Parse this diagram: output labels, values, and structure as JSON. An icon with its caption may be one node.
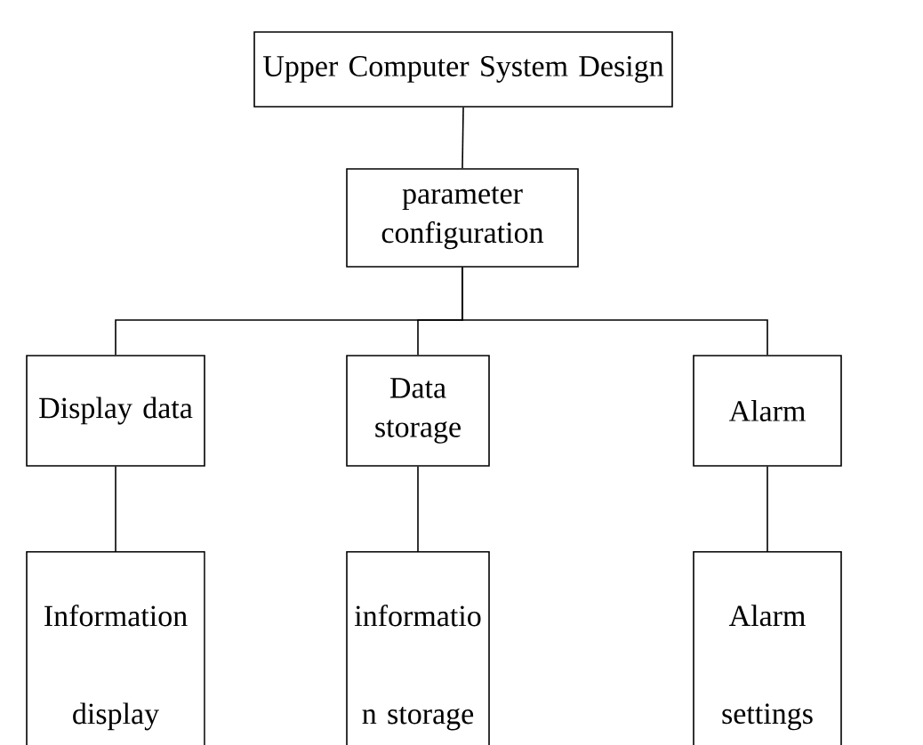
{
  "diagram": {
    "nodes": [
      {
        "text": [
          "Upper Computer System Design"
        ]
      },
      {
        "text": [
          "parameter configuration"
        ]
      },
      {
        "text": [
          "Display data"
        ]
      },
      {
        "text": [
          "Data storage"
        ]
      },
      {
        "text": [
          "Alarm"
        ]
      },
      {
        "text": [
          "Information display"
        ]
      },
      {
        "text": [
          "informatio n storage"
        ]
      },
      {
        "text": [
          "Alarm settings"
        ]
      }
    ],
    "edges": [
      {
        "from": 0,
        "to": 1,
        "arrow": "none"
      },
      {
        "from": 1,
        "to": 2,
        "arrow": "none"
      },
      {
        "from": 1,
        "to": 3,
        "arrow": "none"
      },
      {
        "from": 1,
        "to": 4,
        "arrow": "none"
      },
      {
        "from": 2,
        "to": 5,
        "arrow": "none"
      },
      {
        "from": 3,
        "to": 6,
        "arrow": "none"
      },
      {
        "from": 4,
        "to": 7,
        "arrow": "none"
      }
    ]
  }
}
